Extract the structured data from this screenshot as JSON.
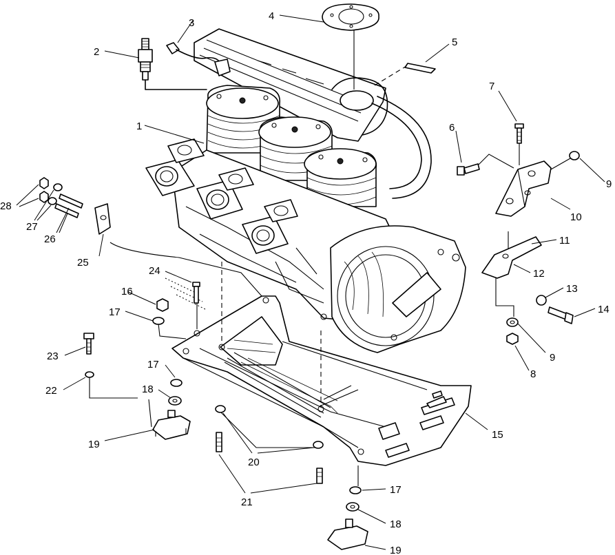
{
  "diagram": {
    "callouts": [
      "1",
      "2",
      "3",
      "4",
      "5",
      "6",
      "7",
      "8",
      "9",
      "9",
      "10",
      "11",
      "12",
      "13",
      "14",
      "15",
      "16",
      "17",
      "17",
      "17",
      "18",
      "18",
      "19",
      "19",
      "20",
      "21",
      "22",
      "23",
      "24",
      "25",
      "26",
      "27",
      "28"
    ]
  }
}
